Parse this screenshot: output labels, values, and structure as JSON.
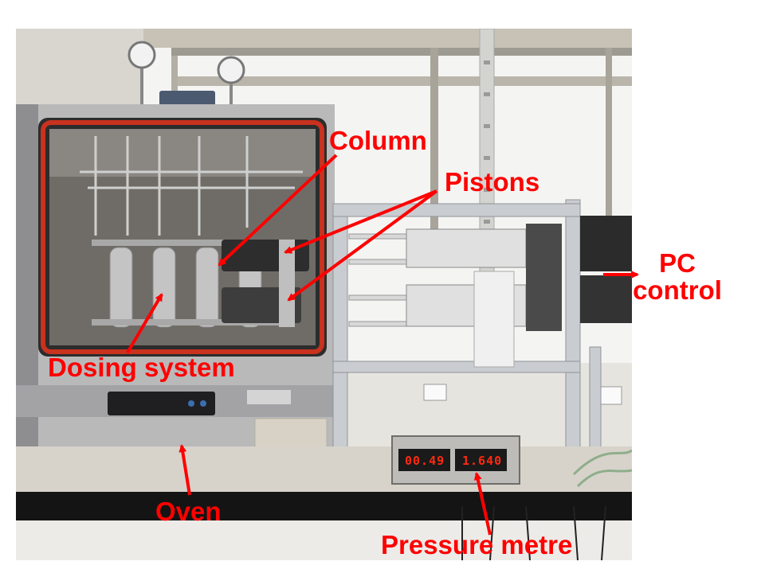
{
  "labels": {
    "column": "Column",
    "pistons": "Pistons",
    "pc_line1": "PC",
    "pc_line2": "control",
    "dosing": "Dosing system",
    "oven": "Oven",
    "pressure": "Pressure metre"
  },
  "meter": {
    "left_reading": "00.49",
    "right_reading": "1.640"
  },
  "colors": {
    "annotation": "#ff0000",
    "oven_window_frame": "#c8321e",
    "aluminium_frame": "#c9ccd0"
  }
}
